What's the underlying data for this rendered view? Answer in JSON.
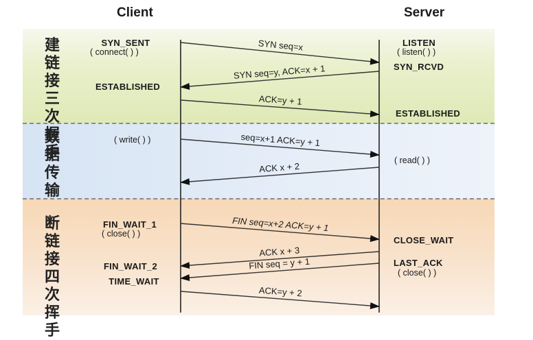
{
  "headers": {
    "client": "Client",
    "server": "Server"
  },
  "sections": [
    {
      "id": "handshake",
      "label": "建链接三次握手",
      "color": "#e3ecc0"
    },
    {
      "id": "data",
      "label": "数据传输",
      "color": "#dde8f5"
    },
    {
      "id": "close",
      "label": "断链接四次挥手",
      "color": "#f8dcc0"
    }
  ],
  "client_states": [
    {
      "state": "SYN_SENT",
      "call": "( connect( ) )"
    },
    {
      "state": "ESTABLISHED",
      "call": ""
    },
    {
      "state": "",
      "call": "( write( ) )"
    },
    {
      "state": "FIN_WAIT_1",
      "call": "( close( ) )"
    },
    {
      "state": "FIN_WAIT_2",
      "call": ""
    },
    {
      "state": "TIME_WAIT",
      "call": ""
    }
  ],
  "server_states": [
    {
      "state": "LISTEN",
      "call": "( listen( ) )"
    },
    {
      "state": "SYN_RCVD",
      "call": ""
    },
    {
      "state": "ESTABLISHED",
      "call": ""
    },
    {
      "state": "",
      "call": "( read( ) )"
    },
    {
      "state": "CLOSE_WAIT",
      "call": ""
    },
    {
      "state": "LAST_ACK",
      "call": "( close( ) )"
    }
  ],
  "messages": [
    {
      "label": "SYN seq=x",
      "direction": "client-to-server",
      "italic": false
    },
    {
      "label": "SYN seq=y, ACK=x + 1",
      "direction": "server-to-client",
      "italic": false
    },
    {
      "label": "ACK=y + 1",
      "direction": "client-to-server",
      "italic": false
    },
    {
      "label": "seq=x+1 ACK=y + 1",
      "direction": "client-to-server",
      "italic": false
    },
    {
      "label": "ACK x + 2",
      "direction": "server-to-client",
      "italic": false
    },
    {
      "label": "FIN seq=x+2 ACK=y + 1",
      "direction": "client-to-server",
      "italic": true
    },
    {
      "label": "ACK x + 3",
      "direction": "server-to-client",
      "italic": false
    },
    {
      "label": "FIN seq = y + 1",
      "direction": "server-to-client",
      "italic": false
    },
    {
      "label": "ACK=y + 2",
      "direction": "client-to-server",
      "italic": false
    }
  ]
}
